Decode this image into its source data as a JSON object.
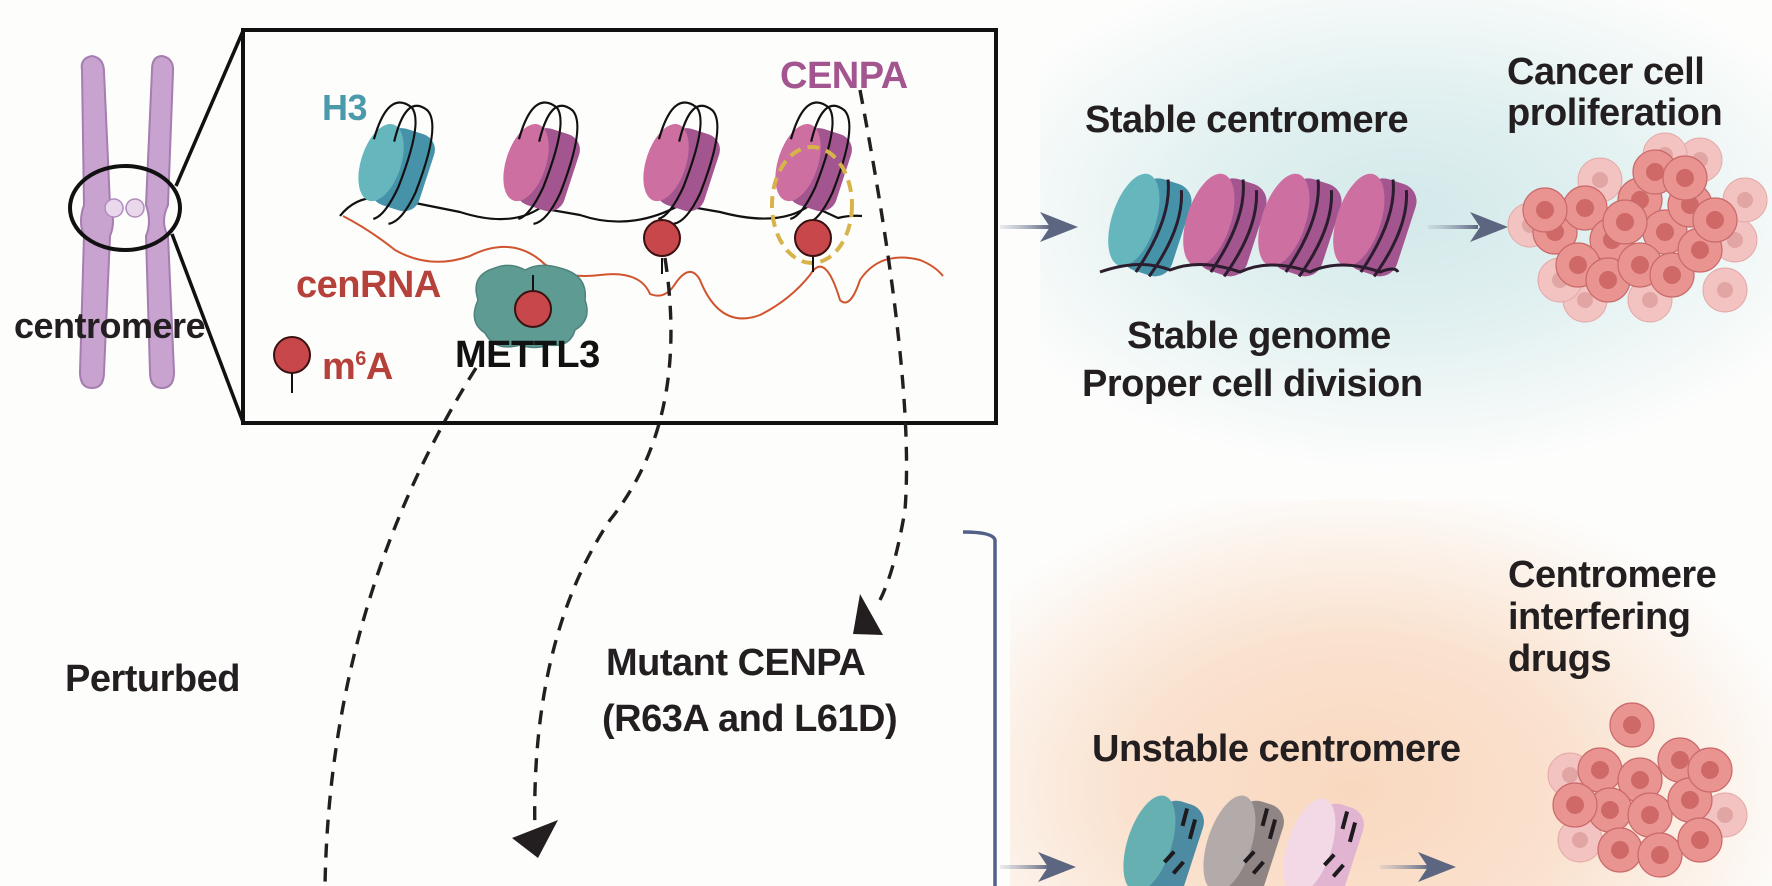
{
  "figure": {
    "type": "schematic",
    "colors": {
      "h3_teal": "#4a9aab",
      "cenpa_purple": "#a2558f",
      "cenrna_red": "#b5413a",
      "m6a_red": "#c8474a",
      "mettl3_teal": "#5e9b93",
      "highlight_yellow": "#d8b34a",
      "bracket_blue": "#536188",
      "stable_bg": "#d3e9ea",
      "unstable_bg": "#f9d8bf",
      "cell_pink": "#e88a88"
    }
  },
  "left": {
    "chromosome_label": "centromere",
    "chromosome_icon": "chromosome-icon"
  },
  "inset": {
    "h3_label": "H3",
    "cenpa_label": "CENPA",
    "cenrna_label": "cenRNA",
    "m6a_label_main": "m",
    "m6a_label_sup": "6",
    "m6a_label_end": "A",
    "mettl3_label": "METTL3",
    "nucleosome_icons": [
      "h3-nucleosome-icon",
      "cenpa-nucleosome-icon",
      "cenpa-nucleosome-icon",
      "cenpa-nucleosome-icon"
    ]
  },
  "stable": {
    "title": "Stable centromere",
    "line1": "Stable genome",
    "line2": "Proper cell division",
    "outcome_line1": "Cancer cell",
    "outcome_line2": "proliferation"
  },
  "perturbed": {
    "label": "Perturbed",
    "mutant_line1": "Mutant CENPA",
    "mutant_line2": "(R63A and L61D)",
    "unstable_title": "Unstable centromere",
    "drugs_line1": "Centromere",
    "drugs_line2": "interfering",
    "drugs_line3": "drugs"
  }
}
